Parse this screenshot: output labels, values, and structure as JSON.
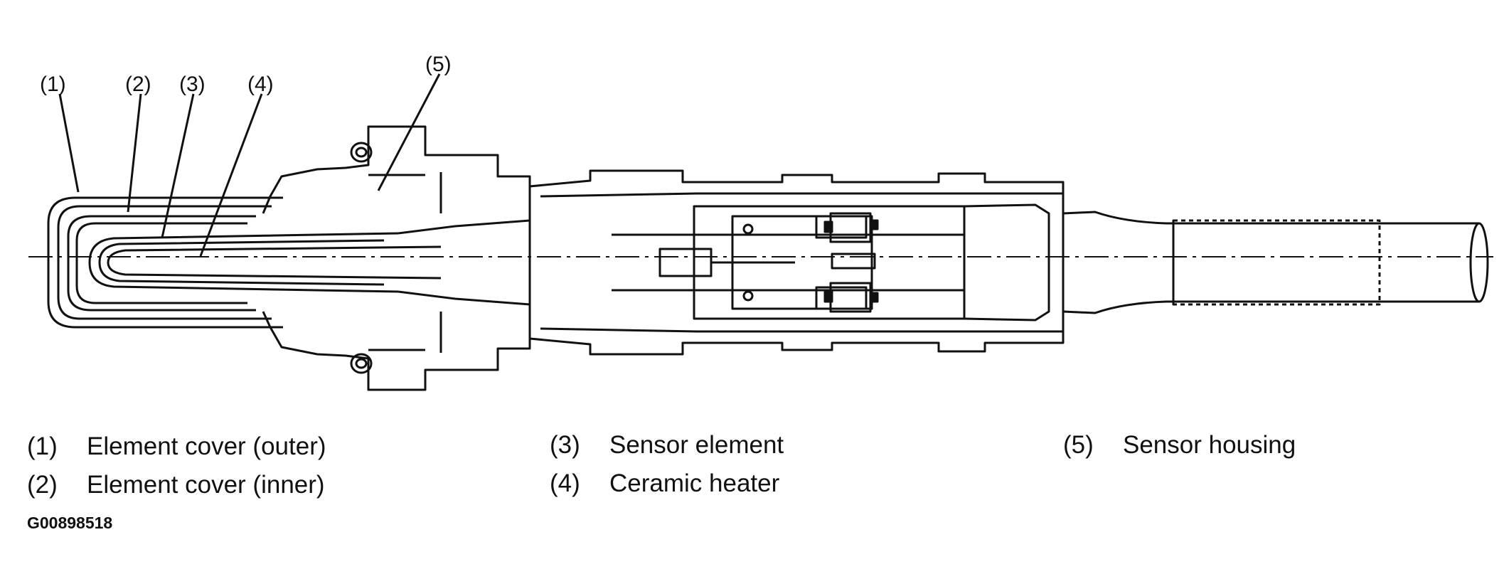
{
  "callouts": [
    {
      "number": "(1)",
      "label": "Element cover (outer)"
    },
    {
      "number": "(2)",
      "label": "Element cover (inner)"
    },
    {
      "number": "(3)",
      "label": "Sensor element"
    },
    {
      "number": "(4)",
      "label": "Ceramic heater"
    },
    {
      "number": "(5)",
      "label": "Sensor housing"
    }
  ],
  "figure_id": "G00898518"
}
